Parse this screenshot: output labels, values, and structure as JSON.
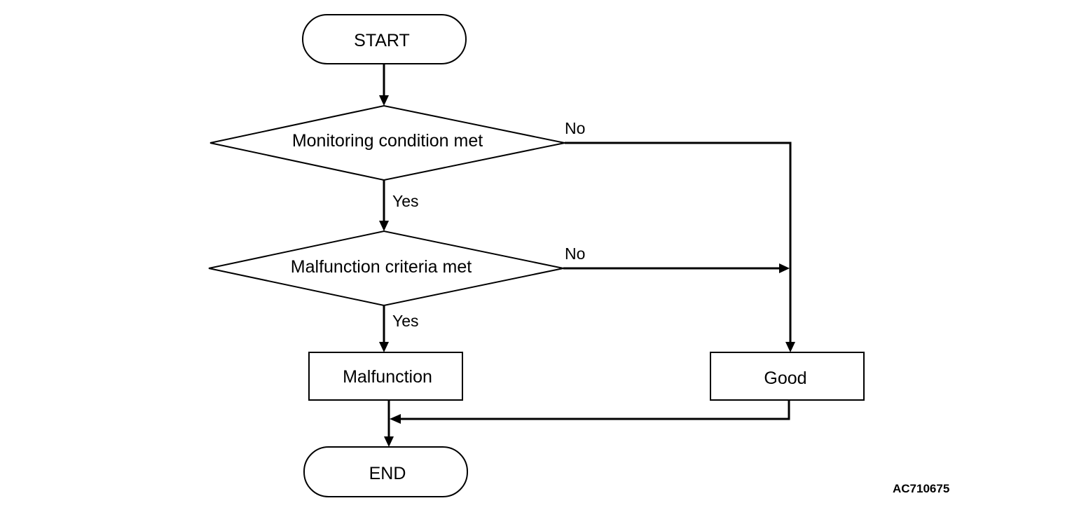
{
  "nodes": {
    "start": "START",
    "decision_monitoring": "Monitoring condition met",
    "decision_malfunction": "Malfunction criteria met",
    "malfunction": "Malfunction",
    "good": "Good",
    "end": "END"
  },
  "branches": {
    "monitoring_no": "No",
    "monitoring_yes": "Yes",
    "malfunction_no": "No",
    "malfunction_yes": "Yes"
  },
  "figure_code": "AC710675"
}
